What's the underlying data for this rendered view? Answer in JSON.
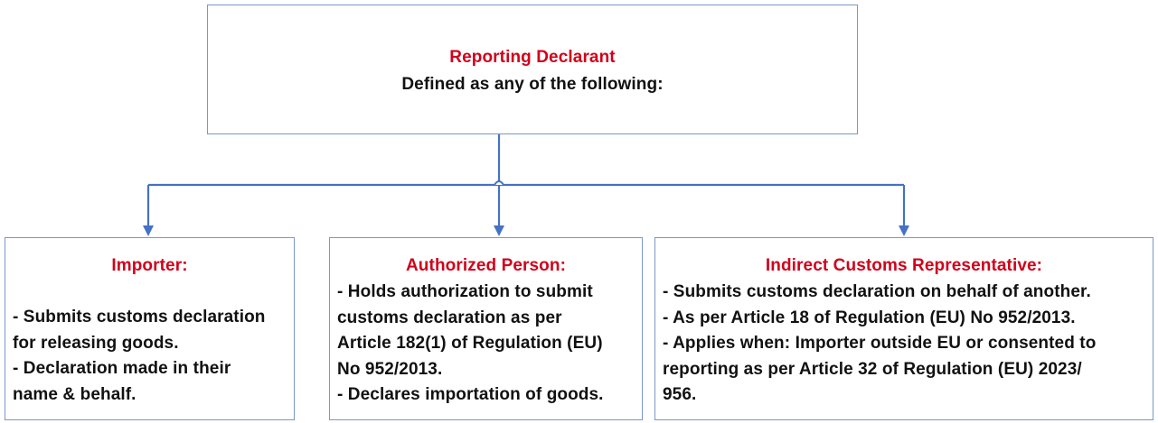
{
  "root": {
    "title": "Reporting Declarant",
    "subtitle": "Defined as any of the following:"
  },
  "children": [
    {
      "title": "Importer:",
      "lines": [
        "- Submits customs declaration",
        "for releasing goods.",
        "- Declaration made in their",
        "name & behalf."
      ]
    },
    {
      "title": "Authorized Person:",
      "lines": [
        "- Holds authorization to submit",
        "customs declaration as per",
        "Article 182(1) of Regulation (EU)",
        "No 952/2013.",
        "- Declares importation of goods."
      ]
    },
    {
      "title": "Indirect Customs Representative:",
      "lines": [
        "- Submits customs declaration on behalf of another.",
        "- As per Article 18 of Regulation (EU) No 952/2013.",
        "- Applies when: Importer outside EU or consented to",
        "reporting as per Article 32 of Regulation (EU) 2023/",
        "956."
      ]
    }
  ],
  "colors": {
    "title_red": "#d0021b",
    "connector_blue": "#4472c4",
    "box_border": "#7a97c9",
    "body_text": "#111111"
  }
}
